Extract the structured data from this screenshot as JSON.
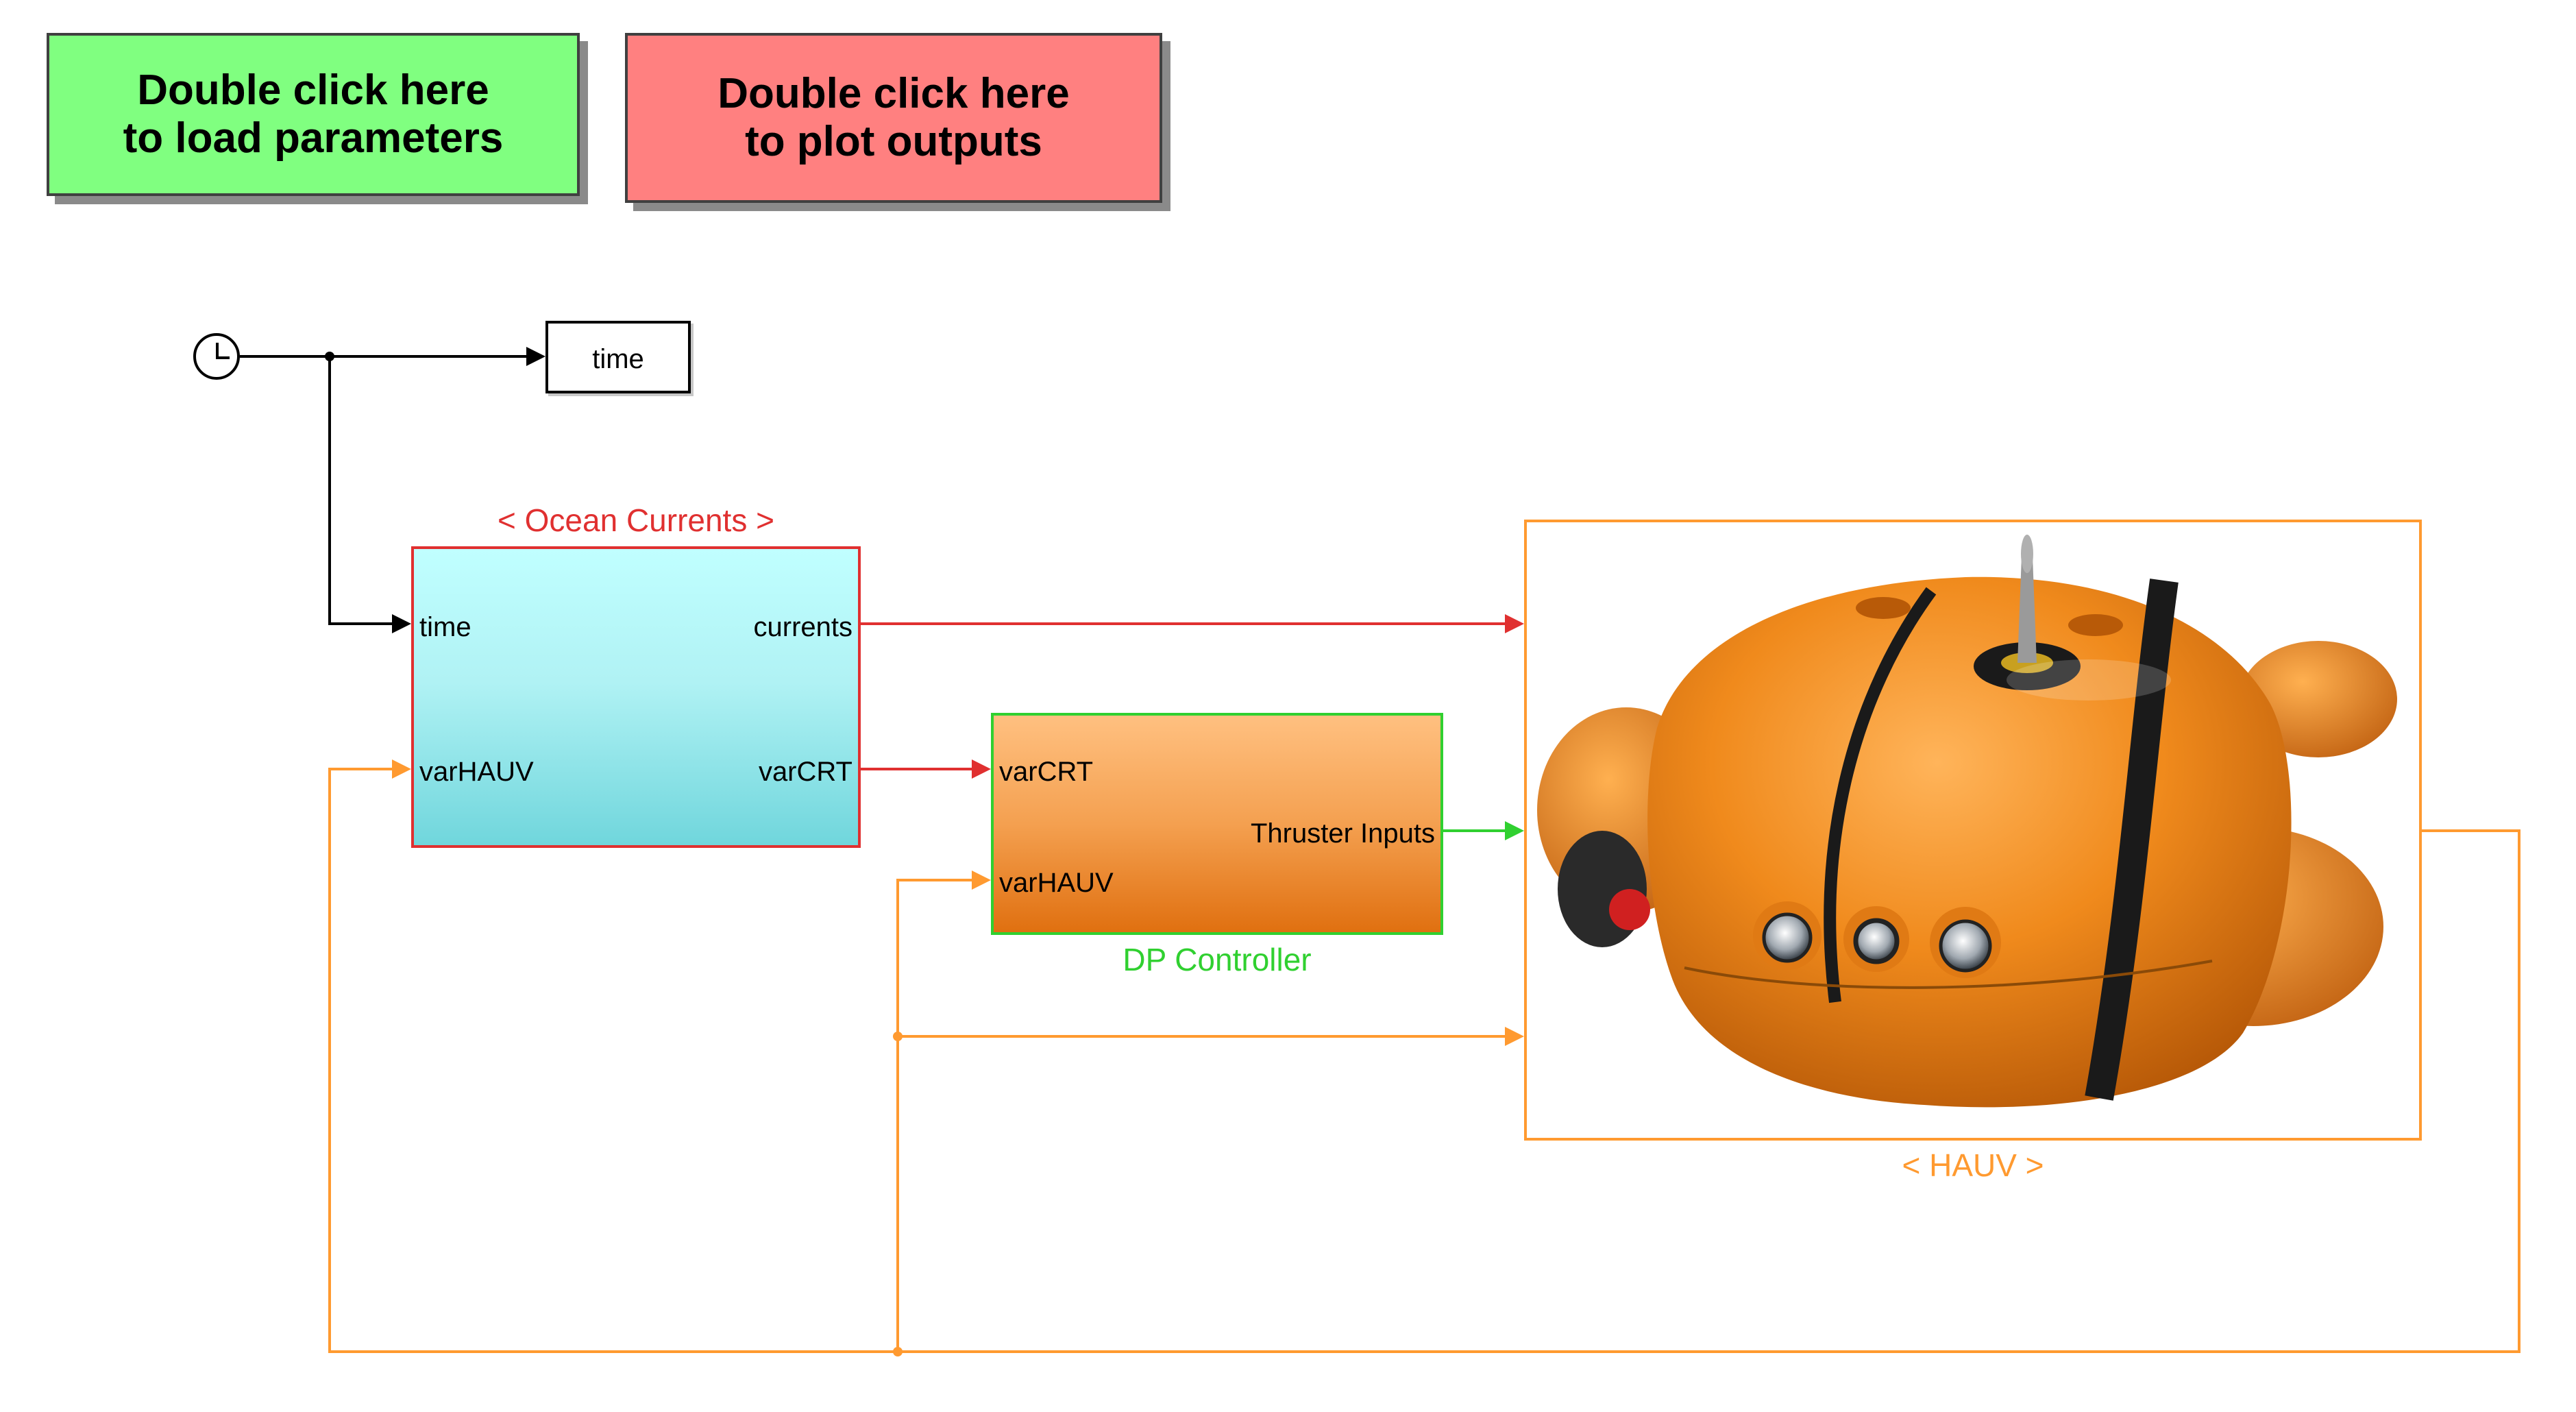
{
  "buttons": {
    "load_params": "Double click here\nto load parameters",
    "plot_outputs": "Double click here\nto plot outputs"
  },
  "clock": {
    "icon": "clock-icon"
  },
  "time_block": {
    "label": "time"
  },
  "ocean_currents": {
    "title": "< Ocean Currents >",
    "inputs": [
      "time",
      "varHAUV"
    ],
    "outputs": [
      "currents",
      "varCRT"
    ]
  },
  "dp_controller": {
    "title": "DP Controller",
    "inputs": [
      "varCRT",
      "varHAUV"
    ],
    "output": "Thruster Inputs"
  },
  "hauv": {
    "title": "< HAUV >"
  },
  "colors": {
    "load_button": "#80ff80",
    "plot_button": "#ff8080",
    "ocean_title": "#e03030",
    "dp_title": "#30d030",
    "hauv_title": "#ff9a30",
    "signal_black": "#000000",
    "signal_red": "#e03030",
    "signal_green": "#30d030",
    "signal_orange": "#ff9a30"
  }
}
